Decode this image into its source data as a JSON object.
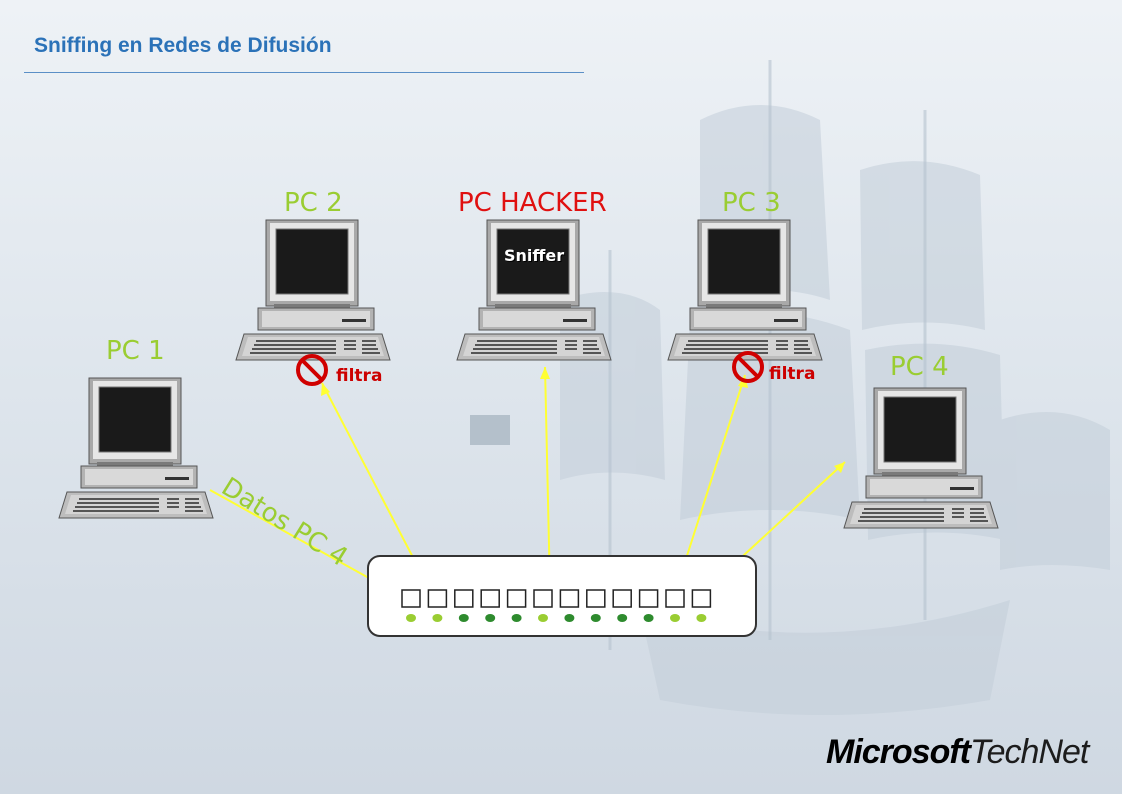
{
  "slide": {
    "title": "Sniffing en Redes de Difusión"
  },
  "computers": {
    "pc1": {
      "label": "PC 1"
    },
    "pc2": {
      "label": "PC 2"
    },
    "hacker": {
      "label": "PC HACKER",
      "screen_text": "Sniffer"
    },
    "pc3": {
      "label": "PC 3"
    },
    "pc4": {
      "label": "PC 4"
    }
  },
  "filters": {
    "pc2": "filtra",
    "pc3": "filtra"
  },
  "traffic": {
    "label": "Datos PC 4"
  },
  "hub": {
    "port_count": 12
  },
  "logo": {
    "microsoft": "Microsoft",
    "technet": "TechNet"
  },
  "colors": {
    "title": "#2b72b8",
    "pc_label": "#9acd32",
    "hacker_label": "#e01010",
    "link": "#ffff33",
    "filter": "#cc0000"
  },
  "icons": [
    "computer-icon",
    "hub-icon",
    "no-entry-icon",
    "ship-watermark"
  ]
}
